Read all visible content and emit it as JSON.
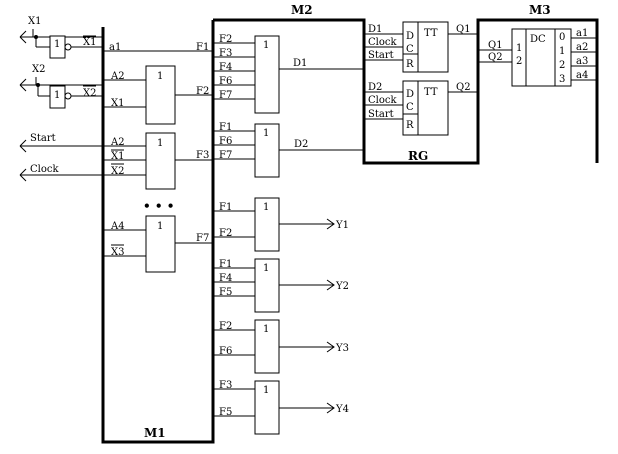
{
  "modules": {
    "m1": "M1",
    "m2": "M2",
    "m3": "M3",
    "rg": "RG"
  },
  "inputs": {
    "x1": "X1",
    "x2": "X2",
    "start": "Start",
    "clock": "Clock"
  },
  "inverters": {
    "inv1": {
      "symbol": "1",
      "output": "X1"
    },
    "inv2": {
      "symbol": "1",
      "output": "X2"
    }
  },
  "m1": {
    "passthrough_in": "a1",
    "passthrough_out": "F1",
    "gates": [
      {
        "symbol": "1",
        "inputs": [
          "A2",
          "X1"
        ],
        "output": "F2"
      },
      {
        "symbol": "1",
        "inputs": [
          "A2",
          "X1",
          "X2"
        ],
        "output": "F3"
      },
      {
        "symbol": "1",
        "inputs": [
          "A4",
          "X3"
        ],
        "output": "F7"
      }
    ],
    "ellipsis": "• • •"
  },
  "m2": {
    "gates": [
      {
        "symbol": "1",
        "inputs": [
          "F2",
          "F3",
          "F4",
          "F6",
          "F7"
        ],
        "output": "D1"
      },
      {
        "symbol": "1",
        "inputs": [
          "F1",
          "F6",
          "F7"
        ],
        "output": "D2"
      },
      {
        "symbol": "1",
        "inputs": [
          "F1",
          "F2"
        ],
        "output": "Y1"
      },
      {
        "symbol": "1",
        "inputs": [
          "F1",
          "F4",
          "F5"
        ],
        "output": "Y2"
      },
      {
        "symbol": "1",
        "inputs": [
          "F2",
          "F6"
        ],
        "output": "Y3"
      },
      {
        "symbol": "1",
        "inputs": [
          "F3",
          "F5"
        ],
        "output": "Y4"
      }
    ]
  },
  "rg": {
    "triggers": [
      {
        "type": "TT",
        "inputs": [
          "D1",
          "Clock",
          "Start"
        ],
        "pins": [
          "D",
          "C",
          "R"
        ],
        "output": "Q1"
      },
      {
        "type": "TT",
        "inputs": [
          "D2",
          "Clock",
          "Start"
        ],
        "pins": [
          "D",
          "C",
          "R"
        ],
        "output": "Q2"
      }
    ]
  },
  "m3": {
    "type": "DC",
    "inputs": [
      "Q1",
      "Q2"
    ],
    "input_pins": [
      "1",
      "2"
    ],
    "output_pins": [
      "0",
      "1",
      "2",
      "3"
    ],
    "outputs": [
      "a1",
      "a2",
      "a3",
      "a4"
    ]
  }
}
